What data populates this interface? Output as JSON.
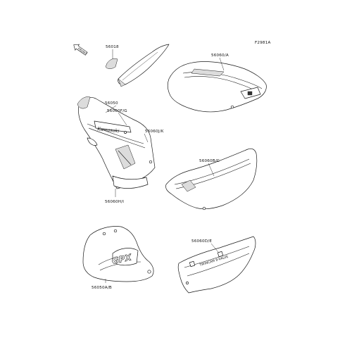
{
  "figure_code": "F2981A",
  "front_indicator": "FRONT",
  "parts": [
    {
      "id": "56018",
      "label": "56018"
    },
    {
      "id": "56060A",
      "label": "56060/A"
    },
    {
      "id": "56050",
      "label": "56050"
    },
    {
      "id": "56060FG",
      "label": "56060F/G"
    },
    {
      "id": "56060JK",
      "label": "56060J/K"
    },
    {
      "id": "56060HI",
      "label": "56060H/I"
    },
    {
      "id": "56060BC",
      "label": "56060B/C"
    },
    {
      "id": "56050AB",
      "label": "56050A/B"
    },
    {
      "id": "56060DE",
      "label": "56060D/E"
    }
  ],
  "decal_texts": {
    "fairing_logo": "Kawasaki",
    "lower_cowl_logo": "GPX",
    "side_cover_text": "TWINCAM 8-VALVE"
  }
}
